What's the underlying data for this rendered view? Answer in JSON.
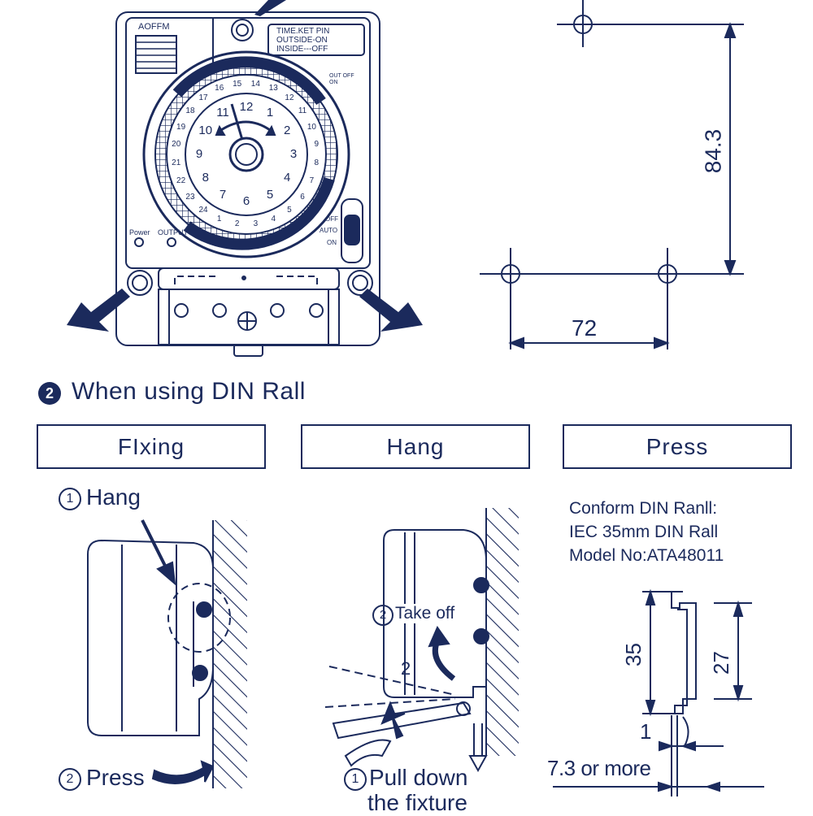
{
  "colors": {
    "ink": "#1b2a5c",
    "paper": "#ffffff"
  },
  "device": {
    "brand": "AOFFM",
    "pin_info": [
      "TIME.KET PIN",
      "OUTSIDE-ON",
      "INSIDE---OFF"
    ],
    "out_off": "OUT OFF",
    "on_mark": "ON",
    "switch_labels": [
      "OFF",
      "AUTO",
      "ON"
    ],
    "led_labels": [
      "Power",
      "OUTPUT"
    ],
    "dial_inner": [
      "12",
      "1",
      "2",
      "3",
      "4",
      "5",
      "6",
      "7",
      "8",
      "9",
      "10",
      "11"
    ],
    "dial_outer": [
      "15",
      "14",
      "13",
      "12",
      "11",
      "10",
      "9",
      "8",
      "7",
      "6",
      "5",
      "4",
      "3",
      "2",
      "1",
      "24",
      "23",
      "22",
      "21",
      "20",
      "19",
      "18",
      "17",
      "16"
    ]
  },
  "dimensions": {
    "height": "84.3",
    "width": "72"
  },
  "section": {
    "number": "2",
    "title": "When using DIN Rall"
  },
  "tabs": [
    "FIxing",
    "Hang",
    "Press"
  ],
  "fixing": {
    "step1": "Hang",
    "step2": "Press",
    "step1_num": "1",
    "step2_num": "2"
  },
  "hang": {
    "step1_line1": "Pull down",
    "step1_line2": "the fixture",
    "step2": "Take off",
    "step1_num": "1",
    "step2_num": "2",
    "mark": "2"
  },
  "press": {
    "lines": [
      "Conform DIN Ranll:",
      "IEC 35mm DIN Rall",
      "Model No:ATA48011"
    ],
    "dim_35": "35",
    "dim_27": "27",
    "dim_1": "1",
    "dim_73": "7.3 or more"
  }
}
